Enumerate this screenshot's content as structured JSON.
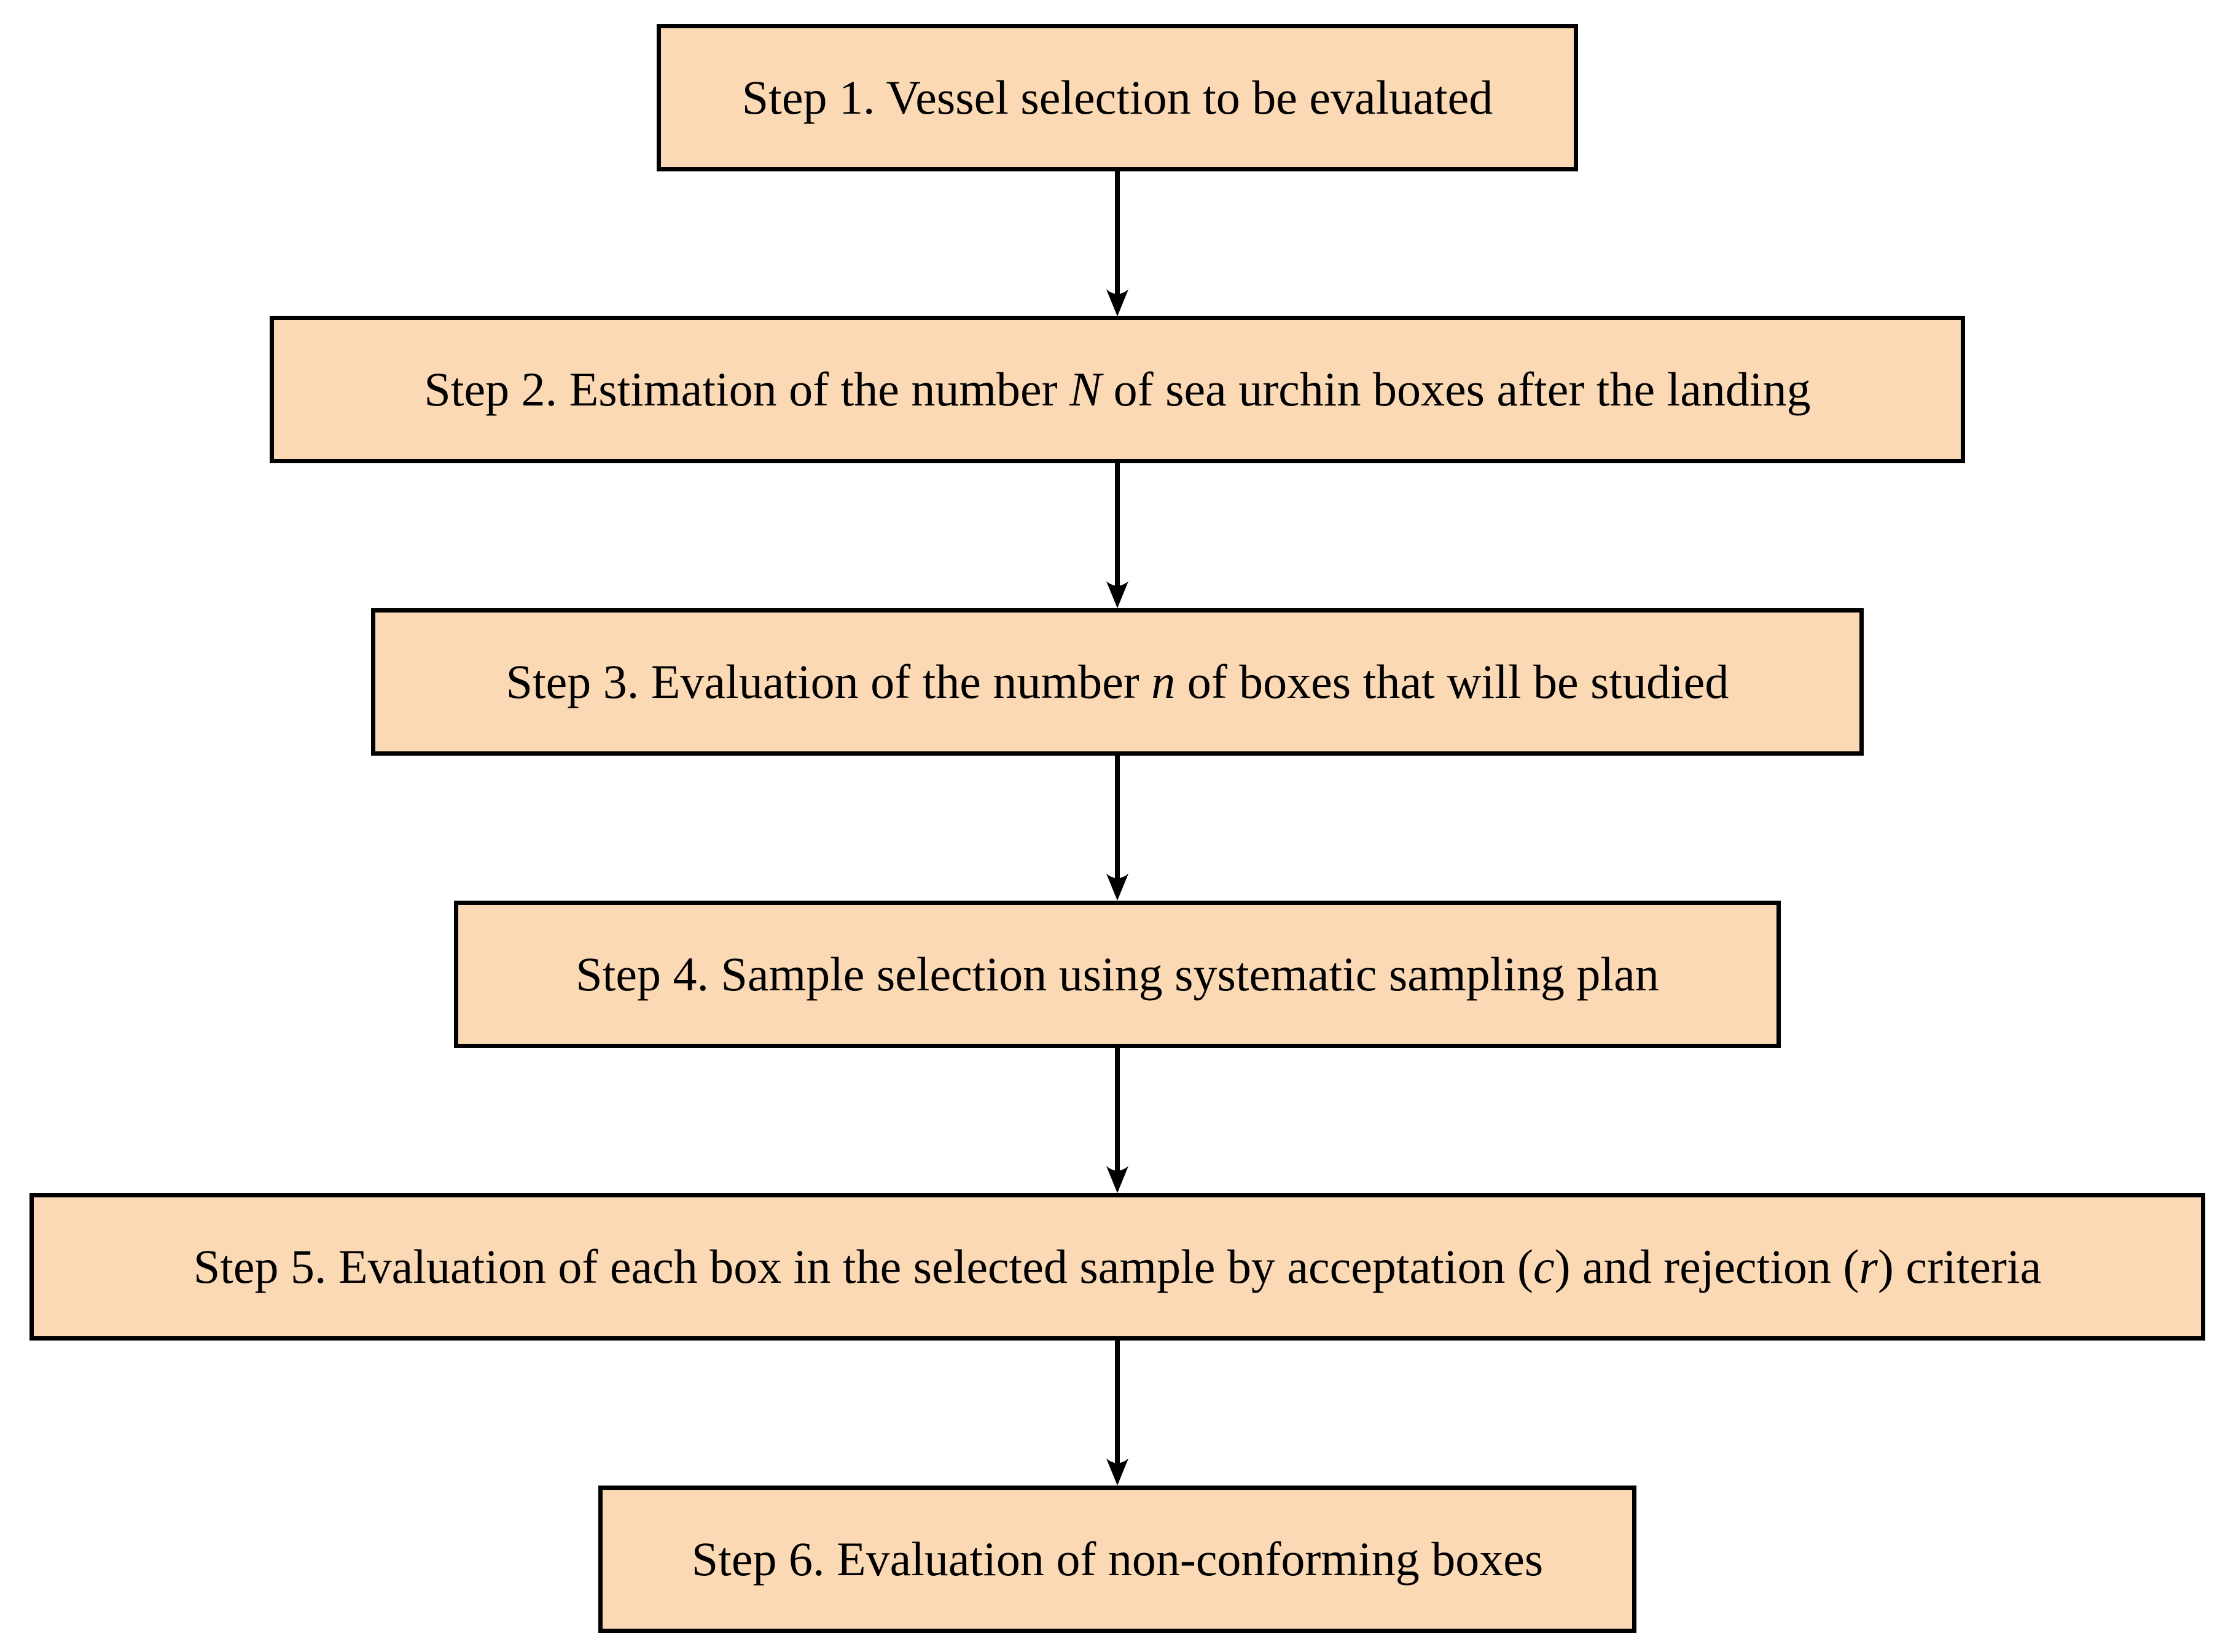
{
  "diagram": {
    "type": "flowchart",
    "direction": "top-to-bottom",
    "colors": {
      "box_fill": "#FCD9B5",
      "box_border": "#000000",
      "text": "#000000",
      "arrow": "#000000",
      "background": "#ffffff"
    },
    "steps": [
      {
        "id": "step-1",
        "segments": [
          {
            "t": "Step 1. Vessel selection to be evaluated",
            "i": false
          }
        ]
      },
      {
        "id": "step-2",
        "segments": [
          {
            "t": "Step 2. Estimation of the number ",
            "i": false
          },
          {
            "t": "N",
            "i": true
          },
          {
            "t": " of sea urchin boxes after the landing",
            "i": false
          }
        ]
      },
      {
        "id": "step-3",
        "segments": [
          {
            "t": "Step 3. Evaluation of the number ",
            "i": false
          },
          {
            "t": "n",
            "i": true
          },
          {
            "t": " of boxes that will be studied",
            "i": false
          }
        ]
      },
      {
        "id": "step-4",
        "segments": [
          {
            "t": "Step 4. Sample selection using systematic sampling plan",
            "i": false
          }
        ]
      },
      {
        "id": "step-5",
        "segments": [
          {
            "t": "Step 5. Evaluation of each box in the selected sample by acceptation (",
            "i": false
          },
          {
            "t": "c",
            "i": true
          },
          {
            "t": ") and rejection (",
            "i": false
          },
          {
            "t": "r",
            "i": true
          },
          {
            "t": ") criteria",
            "i": false
          }
        ]
      },
      {
        "id": "step-6",
        "segments": [
          {
            "t": "Step 6. Evaluation of non-conforming boxes",
            "i": false
          }
        ]
      }
    ],
    "connections": [
      {
        "from": "step-1",
        "to": "step-2"
      },
      {
        "from": "step-2",
        "to": "step-3"
      },
      {
        "from": "step-3",
        "to": "step-4"
      },
      {
        "from": "step-4",
        "to": "step-5"
      },
      {
        "from": "step-5",
        "to": "step-6"
      }
    ]
  }
}
